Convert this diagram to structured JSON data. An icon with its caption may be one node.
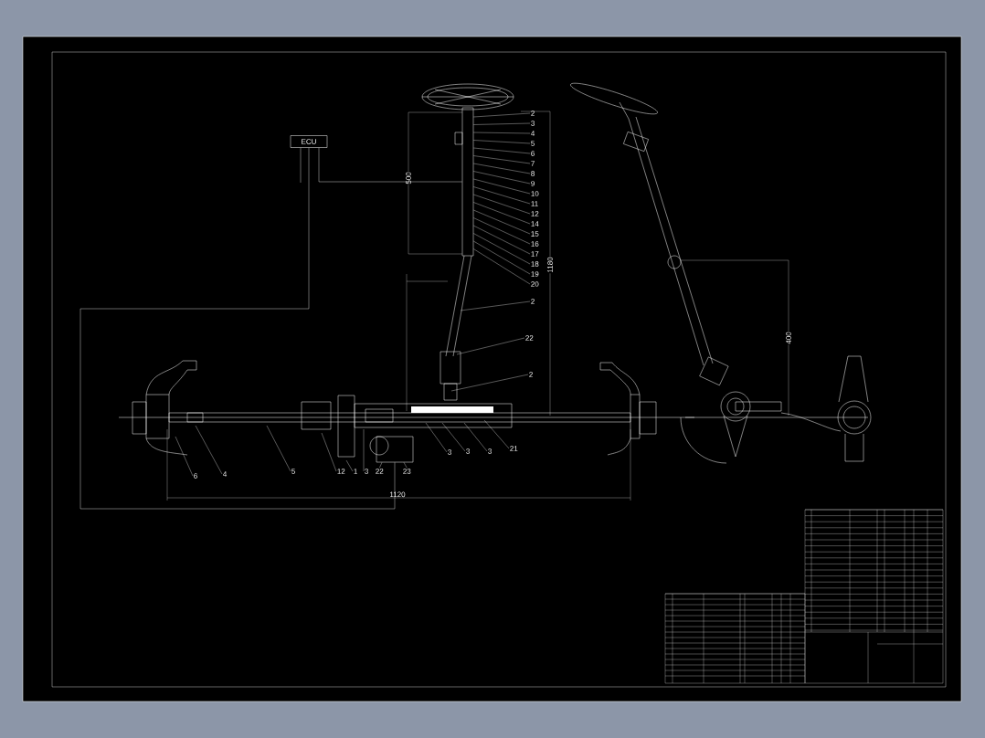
{
  "diagram": {
    "nodes": [
      {
        "text": [
          "ECU"
        ]
      },
      {
        "text": [],
        "shape": "box"
      },
      {
        "text": [],
        "shape": "box"
      },
      {
        "text": [
          "2"
        ]
      },
      {
        "text": [
          "3"
        ]
      },
      {
        "text": [
          "4"
        ]
      },
      {
        "text": [
          "5"
        ]
      },
      {
        "text": [
          "6"
        ]
      },
      {
        "text": [
          "7"
        ]
      },
      {
        "text": [
          "8"
        ]
      },
      {
        "text": [
          "9"
        ]
      },
      {
        "text": [
          "10"
        ]
      },
      {
        "text": [
          "11"
        ]
      },
      {
        "text": [
          "12"
        ]
      },
      {
        "text": [
          "14"
        ]
      },
      {
        "text": [
          "15"
        ]
      },
      {
        "text": [
          "16"
        ]
      },
      {
        "text": [
          "17"
        ]
      },
      {
        "text": [
          "18"
        ]
      },
      {
        "text": [
          "19"
        ]
      },
      {
        "text": [
          "20"
        ]
      },
      {
        "text": [
          "2"
        ]
      },
      {
        "text": [
          "22"
        ]
      },
      {
        "text": [
          "2"
        ]
      },
      {
        "text": [
          "3"
        ]
      },
      {
        "text": [
          "3"
        ]
      },
      {
        "text": [
          "3"
        ]
      },
      {
        "text": [
          "21"
        ]
      },
      {
        "text": [
          "4"
        ]
      },
      {
        "text": [
          "6"
        ]
      },
      {
        "text": [
          "5"
        ]
      },
      {
        "text": [
          "12"
        ]
      },
      {
        "text": [
          "1"
        ]
      },
      {
        "text": [
          "3"
        ]
      },
      {
        "text": [
          "22"
        ]
      },
      {
        "text": [
          "23"
        ]
      }
    ],
    "edges": [
      {
        "from": 0,
        "to": 1,
        "arrow": "none"
      },
      {
        "from": 0,
        "to": 2,
        "arrow": "none"
      },
      {
        "from": 0,
        "to": null,
        "arrow": "none"
      },
      {
        "from": 3,
        "to": 1,
        "arrow": "none"
      },
      {
        "from": 4,
        "to": 1,
        "arrow": "none"
      },
      {
        "from": 5,
        "to": 1,
        "arrow": "none"
      },
      {
        "from": 6,
        "to": 1,
        "arrow": "none"
      },
      {
        "from": 7,
        "to": 1,
        "arrow": "none"
      },
      {
        "from": 8,
        "to": 1,
        "arrow": "none"
      },
      {
        "from": 9,
        "to": 1,
        "arrow": "none"
      },
      {
        "from": 10,
        "to": 1,
        "arrow": "none"
      },
      {
        "from": 11,
        "to": 1,
        "arrow": "none"
      },
      {
        "from": 12,
        "to": 1,
        "arrow": "none"
      },
      {
        "from": 13,
        "to": 1,
        "arrow": "none"
      },
      {
        "from": 14,
        "to": 1,
        "arrow": "none"
      },
      {
        "from": 15,
        "to": 1,
        "arrow": "none"
      },
      {
        "from": 16,
        "to": 1,
        "arrow": "none"
      },
      {
        "from": 17,
        "to": 1,
        "arrow": "none"
      },
      {
        "from": 18,
        "to": 1,
        "arrow": "none"
      },
      {
        "from": 19,
        "to": 1,
        "arrow": "none"
      },
      {
        "from": 20,
        "to": 1,
        "arrow": "none"
      },
      {
        "from": 21,
        "to": null,
        "arrow": "none"
      },
      {
        "from": 22,
        "to": null,
        "arrow": "none"
      },
      {
        "from": 23,
        "to": null,
        "arrow": "none"
      },
      {
        "from": 24,
        "to": null,
        "arrow": "none"
      },
      {
        "from": 25,
        "to": null,
        "arrow": "none"
      },
      {
        "from": 26,
        "to": null,
        "arrow": "none"
      },
      {
        "from": 27,
        "to": null,
        "arrow": "none"
      },
      {
        "from": 28,
        "to": null,
        "arrow": "none"
      },
      {
        "from": 29,
        "to": null,
        "arrow": "none"
      },
      {
        "from": 30,
        "to": null,
        "arrow": "none"
      },
      {
        "from": 31,
        "to": null,
        "arrow": "none"
      },
      {
        "from": 32,
        "to": null,
        "arrow": "none"
      },
      {
        "from": 33,
        "to": null,
        "arrow": "none"
      },
      {
        "from": 34,
        "to": 2,
        "arrow": "none"
      },
      {
        "from": 35,
        "to": 2,
        "arrow": "none"
      }
    ],
    "labels": [
      "500",
      "1180",
      "400",
      "1120"
    ]
  }
}
